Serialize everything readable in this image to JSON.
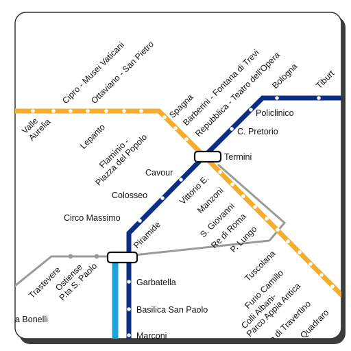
{
  "colors": {
    "line_a": "#f5ad2d",
    "line_b": "#0b2d83",
    "line_c": "#1ca3d9",
    "rail": "#9a9a9a",
    "station_fill": "#ffffff",
    "interchange_stroke": "#111111",
    "tile_border": "#333333"
  },
  "labels": {
    "valle_aurelia_1": "Valle",
    "valle_aurelia_2": "Aurelia",
    "cipro": "Cipro - Musei Vaticani",
    "ottaviano": "Ottaviano - San Pietro",
    "lepanto": "Lepanto",
    "flaminio_1": "Flaminio -",
    "flaminio_2": "Piazza del Popolo",
    "spagna": "Spagna",
    "barberini": "Barberini - Fontana di Trevi",
    "repubblica": "Repubblica - Teatro dell'Opera",
    "bologna": "Bologna",
    "tiburtina": "Tiburt",
    "policlinico": "Policlinico",
    "c_pretorio": "C. Pretorio",
    "termini": "Termini",
    "cavour": "Cavour",
    "colosseo": "Colosseo",
    "circo_massimo": "Circo Massimo",
    "piramide": "Piramide",
    "vittorio": "Vittorio E.",
    "manzoni": "Manzoni",
    "s_giovanni": "S. Giovanni",
    "re_di_roma": "Re di Roma",
    "p_lungo": "P. Lungo",
    "trastevere": "Trastevere",
    "ostiense_1": "Ostiense",
    "ostiense_2": "P.ta S. Paolo",
    "garbatella": "Garbatella",
    "basilica": "Basilica San Paolo",
    "marconi": "Marconi",
    "bonelli": "a Bonelli",
    "tuscolana": "Tuscolana",
    "furio_camillo": "Furio Camillo",
    "colli_albani_1": "Colli Albani-",
    "colli_albani_2": "Parco Appia Antica",
    "travertino": "o di Travertino",
    "quadraro": "Quadraro"
  }
}
